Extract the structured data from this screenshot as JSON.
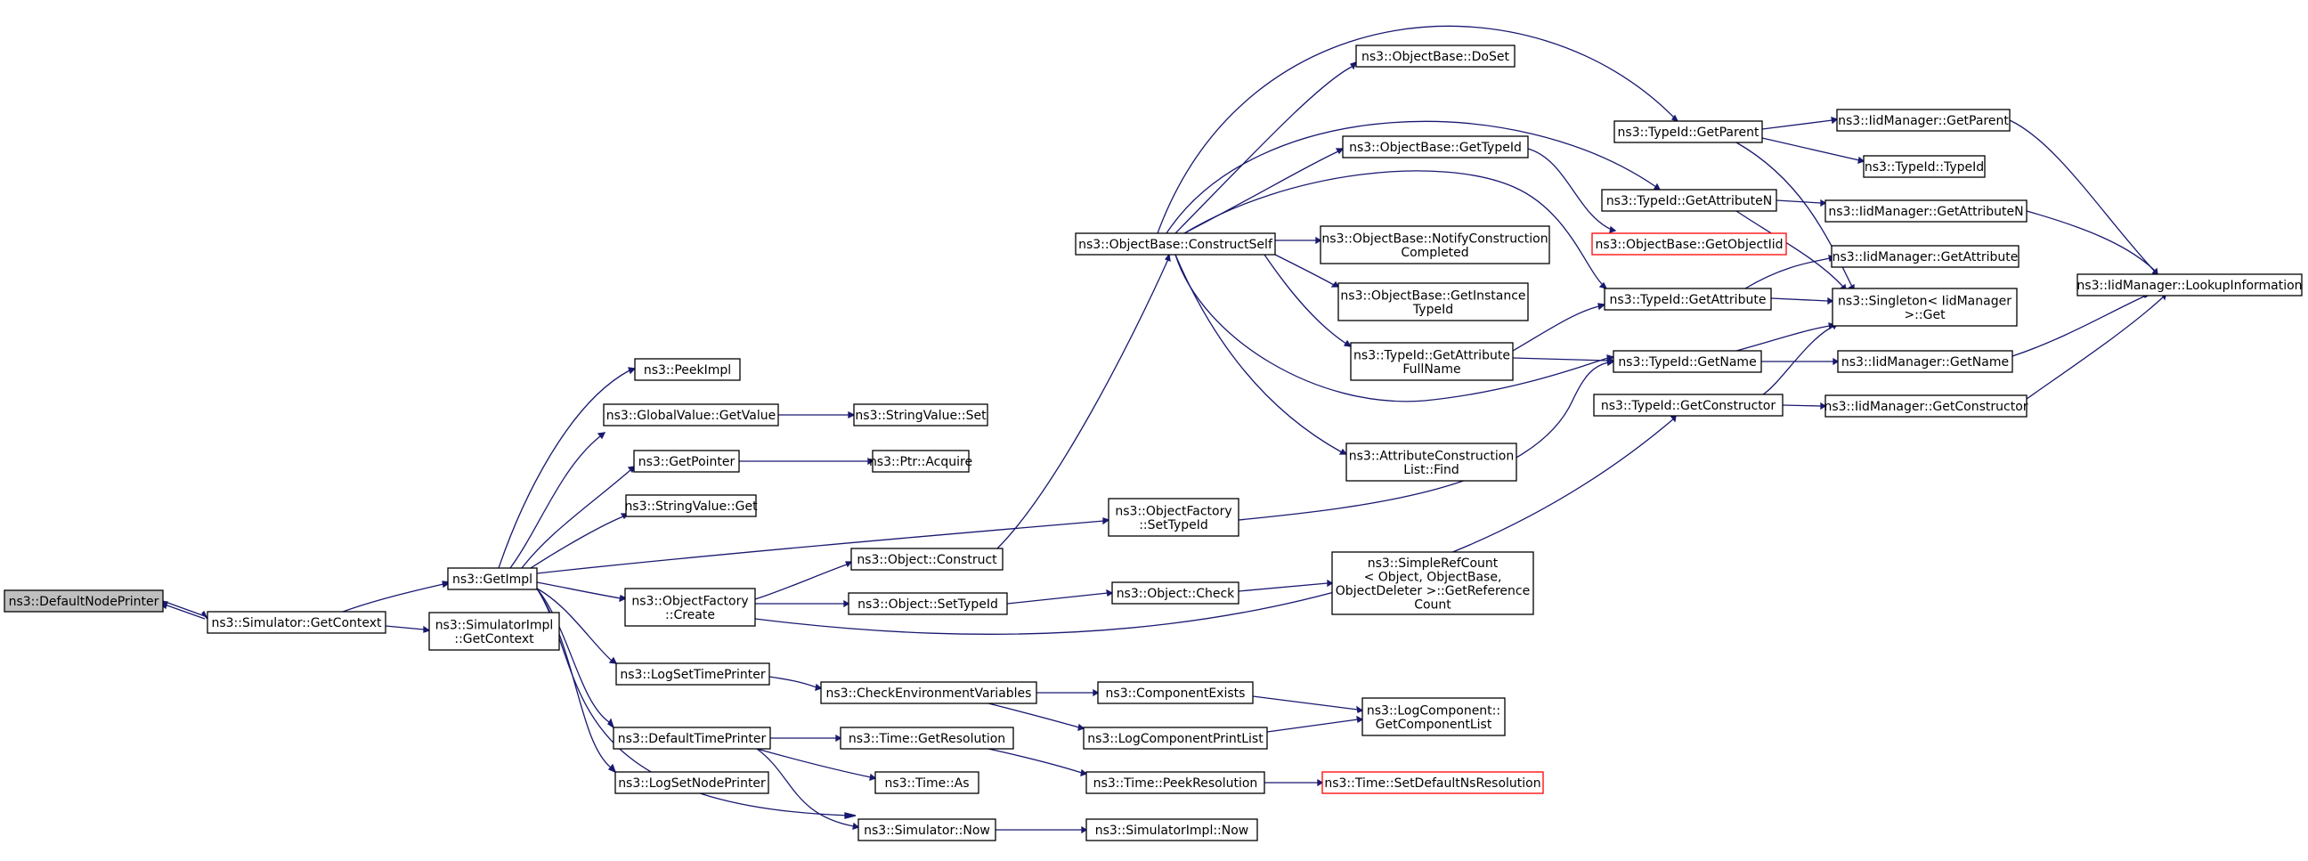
{
  "diagram": {
    "colors": {
      "edge": "#191970",
      "root_fill": "#bfbfbf",
      "node_fill": "#ffffff",
      "node_border": "#000000",
      "truncated_border": "#ff0000"
    },
    "nodes": [
      {
        "id": "n0",
        "lines": [
          "ns3::DefaultNodePrinter"
        ],
        "root": true
      },
      {
        "id": "n1",
        "lines": [
          "ns3::Simulator::GetContext"
        ]
      },
      {
        "id": "n2",
        "lines": [
          "ns3::GetImpl"
        ]
      },
      {
        "id": "n3",
        "lines": [
          "ns3::SimulatorImpl",
          "::GetContext"
        ]
      },
      {
        "id": "n4",
        "lines": [
          "ns3::PeekImpl"
        ]
      },
      {
        "id": "n5",
        "lines": [
          "ns3::GlobalValue::GetValue"
        ]
      },
      {
        "id": "n6",
        "lines": [
          "ns3::StringValue::Set"
        ]
      },
      {
        "id": "n7",
        "lines": [
          "ns3::GetPointer"
        ]
      },
      {
        "id": "n8",
        "lines": [
          "ns3::Ptr::Acquire"
        ]
      },
      {
        "id": "n9",
        "lines": [
          "ns3::StringValue::Get"
        ]
      },
      {
        "id": "n10",
        "lines": [
          "ns3::ObjectFactory",
          "::SetTypeId"
        ]
      },
      {
        "id": "n11",
        "lines": [
          "ns3::ObjectFactory",
          "::Create"
        ]
      },
      {
        "id": "n12",
        "lines": [
          "ns3::Object::Construct"
        ]
      },
      {
        "id": "n13",
        "lines": [
          "ns3::Object::SetTypeId"
        ]
      },
      {
        "id": "n14",
        "lines": [
          "ns3::Object::Check"
        ]
      },
      {
        "id": "n15",
        "lines": [
          "ns3::SimpleRefCount",
          "< Object, ObjectBase,",
          " ObjectDeleter >::GetReference",
          "Count"
        ]
      },
      {
        "id": "n16",
        "lines": [
          "ns3::ObjectBase::ConstructSelf"
        ]
      },
      {
        "id": "n17",
        "lines": [
          "ns3::ObjectBase::DoSet"
        ]
      },
      {
        "id": "n18",
        "lines": [
          "ns3::ObjectBase::GetTypeId"
        ]
      },
      {
        "id": "n19",
        "lines": [
          "ns3::ObjectBase::NotifyConstruction",
          "Completed"
        ]
      },
      {
        "id": "n20",
        "lines": [
          "ns3::ObjectBase::GetInstance",
          "TypeId"
        ]
      },
      {
        "id": "n21",
        "lines": [
          "ns3::TypeId::GetAttribute",
          "FullName"
        ]
      },
      {
        "id": "n22",
        "lines": [
          "ns3::AttributeConstruction",
          "List::Find"
        ]
      },
      {
        "id": "n23",
        "lines": [
          "ns3::TypeId::GetParent"
        ]
      },
      {
        "id": "n24",
        "lines": [
          "ns3::TypeId::GetAttributeN"
        ]
      },
      {
        "id": "n25",
        "lines": [
          "ns3::ObjectBase::GetObjectIid"
        ],
        "truncated": true
      },
      {
        "id": "n26",
        "lines": [
          "ns3::TypeId::GetAttribute"
        ]
      },
      {
        "id": "n27",
        "lines": [
          "ns3::TypeId::GetName"
        ]
      },
      {
        "id": "n28",
        "lines": [
          "ns3::TypeId::GetConstructor"
        ]
      },
      {
        "id": "n29",
        "lines": [
          "ns3::IidManager::GetParent"
        ]
      },
      {
        "id": "n30",
        "lines": [
          "ns3::TypeId::TypeId"
        ]
      },
      {
        "id": "n31",
        "lines": [
          "ns3::IidManager::GetAttributeN"
        ]
      },
      {
        "id": "n32",
        "lines": [
          "ns3::IidManager::GetAttribute"
        ]
      },
      {
        "id": "n33",
        "lines": [
          "ns3::Singleton< IidManager",
          " >::Get"
        ]
      },
      {
        "id": "n34",
        "lines": [
          "ns3::IidManager::GetName"
        ]
      },
      {
        "id": "n35",
        "lines": [
          "ns3::IidManager::GetConstructor"
        ]
      },
      {
        "id": "n36",
        "lines": [
          "ns3::IidManager::LookupInformation"
        ]
      },
      {
        "id": "n37",
        "lines": [
          "ns3::LogSetTimePrinter"
        ]
      },
      {
        "id": "n38",
        "lines": [
          "ns3::CheckEnvironmentVariables"
        ]
      },
      {
        "id": "n39",
        "lines": [
          "ns3::ComponentExists"
        ]
      },
      {
        "id": "n40",
        "lines": [
          "ns3::LogComponentPrintList"
        ]
      },
      {
        "id": "n41",
        "lines": [
          "ns3::LogComponent::",
          "GetComponentList"
        ]
      },
      {
        "id": "n42",
        "lines": [
          "ns3::DefaultTimePrinter"
        ]
      },
      {
        "id": "n43",
        "lines": [
          "ns3::Time::GetResolution"
        ]
      },
      {
        "id": "n44",
        "lines": [
          "ns3::Time::As"
        ]
      },
      {
        "id": "n45",
        "lines": [
          "ns3::Time::PeekResolution"
        ]
      },
      {
        "id": "n46",
        "lines": [
          "ns3::Time::SetDefaultNsResolution"
        ],
        "truncated": true
      },
      {
        "id": "n47",
        "lines": [
          "ns3::Simulator::Now"
        ]
      },
      {
        "id": "n48",
        "lines": [
          "ns3::SimulatorImpl::Now"
        ]
      },
      {
        "id": "n49",
        "lines": [
          "ns3::LogSetNodePrinter"
        ]
      }
    ]
  }
}
